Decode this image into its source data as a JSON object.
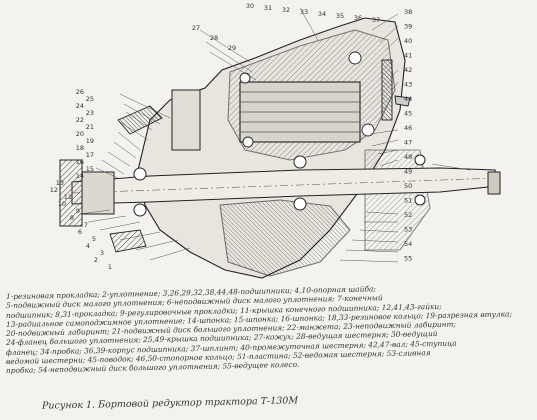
{
  "figure": {
    "caption": "Рисунок 1. Бортовой редуктор трактора Т-130М",
    "legend_lines": [
      "1-резиновая прокладка; 2-уплотнение; 3,26,29,32,38,44,48-подшипники; 4,10-опорная шайба;",
      "5-подвижный диск малого уплотнения; 6-неподвижный диск малого уплотнения; 7-конечный",
      "подшипник; 8,31-прокладка; 9-регулировочные прокладки; 11-крышка конечного подшипника; 12,41,43-гайки;",
      "13-радиальное самоподжимное уплотнение; 14-шпонка; 15-шпонка; 16-шпонка; 18,33-резиновое кольцо; 19-разрезная втулка;",
      "20-подвижный лабиринт; 21-подвижный диск большого уплотнения; 22-манжета; 23-неподвижный лабиринт;",
      "24-фланец большого уплотнения; 25,49-крышка подшипника; 27-кожух; 28-ведущая шестерня; 30-ведущий",
      "фланец; 34-пробка; 36,39-корпус подшипника; 37-шплинт; 40-промежуточная шестерня; 42,47-вал; 45-ступица",
      "ведомой шестерни; 45-поводок; 46,50-стопорное кольцо; 51-пластина; 52-ведомая шестерня; 53-сливная",
      "пробка; 54-неподвижный диск большого уплотнения; 55-ведущее колесо."
    ],
    "callouts_left": [
      "26",
      "25",
      "24",
      "23",
      "22",
      "21",
      "20",
      "19",
      "18",
      "17",
      "16",
      "15",
      "14",
      "13",
      "12",
      "11",
      "10",
      "9",
      "8",
      "7",
      "6",
      "5",
      "4",
      "3",
      "2",
      "1"
    ],
    "callouts_top": [
      "27",
      "28",
      "29",
      "30",
      "31",
      "32",
      "33",
      "34",
      "35",
      "36",
      "37"
    ],
    "callouts_right": [
      "38",
      "39",
      "40",
      "41",
      "42",
      "43",
      "44",
      "45",
      "46",
      "47",
      "48",
      "49",
      "50",
      "51",
      "52",
      "53",
      "54",
      "55"
    ]
  }
}
